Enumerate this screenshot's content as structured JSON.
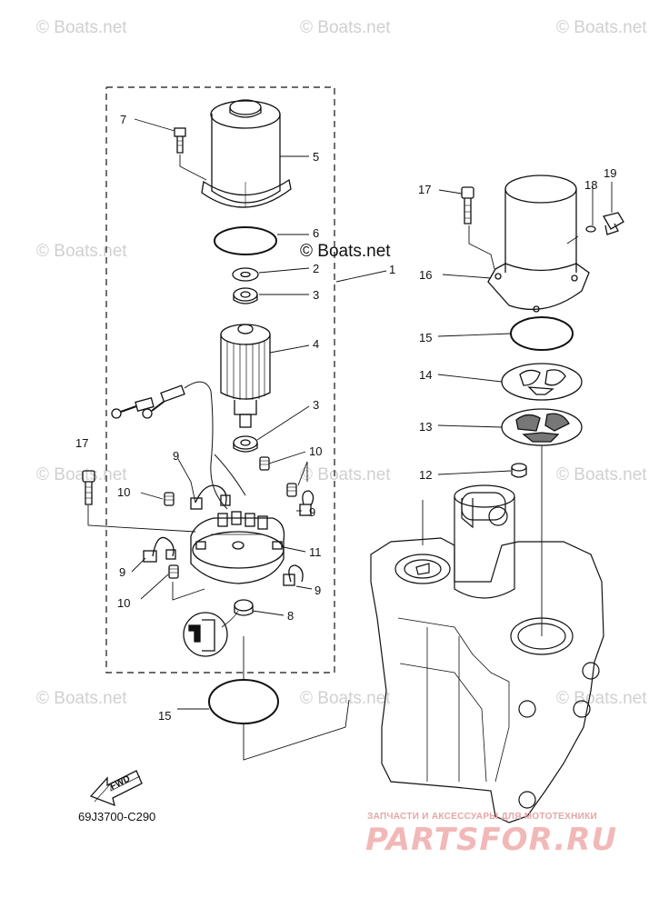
{
  "watermark": "© Boats.net",
  "watermark_main": "© Boats.net",
  "diagram_code": "69J3700-C290",
  "fwd_label": "FWD",
  "logo": {
    "subtitle": "ЗАПЧАСТИ И АКСЕССУАРЫ ДЛЯ МОТОТЕХНИКИ",
    "name": "PARTSFOR.RU"
  },
  "callouts": {
    "c1": "1",
    "c2": "2",
    "c3a": "3",
    "c3b": "3",
    "c4": "4",
    "c5": "5",
    "c6": "6",
    "c7": "7",
    "c8": "8",
    "c9a": "9",
    "c9b": "9",
    "c9c": "9",
    "c9d": "9",
    "c10a": "10",
    "c10b": "10",
    "c10c": "10",
    "c11": "11",
    "c12": "12",
    "c13": "13",
    "c14": "14",
    "c15a": "15",
    "c15b": "15",
    "c16": "16",
    "c17a": "17",
    "c17b": "17",
    "c18": "18",
    "c19": "19"
  }
}
